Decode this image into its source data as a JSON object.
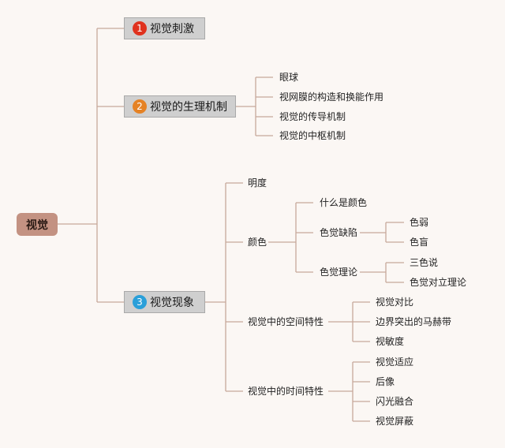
{
  "root": "视觉",
  "colors": {
    "line": "#c7a89a",
    "root_bg": "#c39282",
    "branch_bg": "#cfcfcf",
    "num1": "#e0321e",
    "num2": "#e58225",
    "num3": "#2a9fd9"
  },
  "branches": [
    {
      "num": "1",
      "label": "视觉刺激"
    },
    {
      "num": "2",
      "label": "视觉的生理机制",
      "children": [
        "眼球",
        "视网膜的构造和换能作用",
        "视觉的传导机制",
        "视觉的中枢机制"
      ]
    },
    {
      "num": "3",
      "label": "视觉现象",
      "children": [
        {
          "label": "明度"
        },
        {
          "label": "颜色",
          "children": [
            {
              "label": "什么是颜色"
            },
            {
              "label": "色觉缺陷",
              "children": [
                "色弱",
                "色盲"
              ]
            },
            {
              "label": "色觉理论",
              "children": [
                "三色说",
                "色觉对立理论"
              ]
            }
          ]
        },
        {
          "label": "视觉中的空间特性",
          "children": [
            "视觉对比",
            "边界突出的马赫带",
            "视敏度"
          ]
        },
        {
          "label": "视觉中的时间特性",
          "children": [
            "视觉适应",
            "后像",
            "闪光融合",
            "视觉屏蔽"
          ]
        }
      ]
    }
  ]
}
